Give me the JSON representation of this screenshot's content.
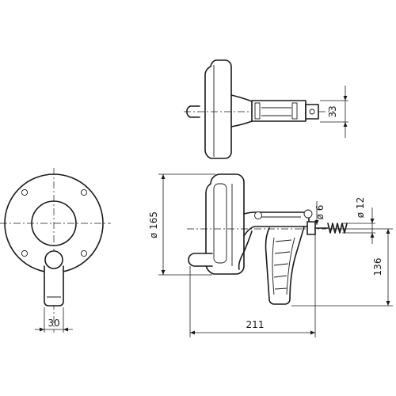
{
  "dimensions": {
    "handle_width": "30",
    "overall_length": "211",
    "drum_diameter": "ø 165",
    "height": "136",
    "spring_diameter": "ø 12",
    "cable_diameter": "ø 6",
    "side_height": "33"
  }
}
